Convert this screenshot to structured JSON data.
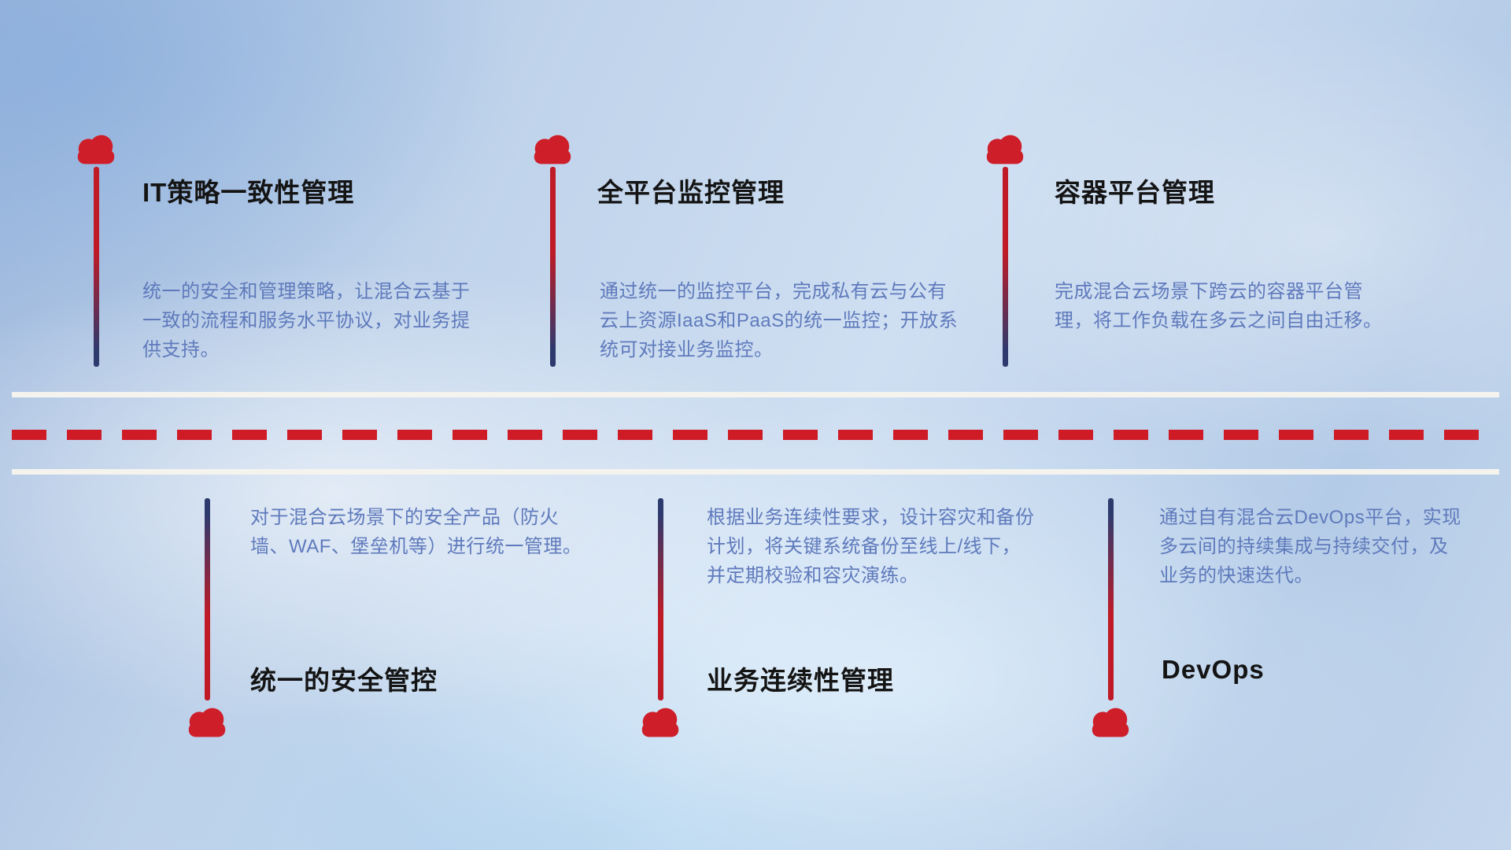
{
  "colors": {
    "cloud": "#ce1e2a",
    "title": "#141414",
    "desc": "#5f7abc",
    "dash": "#ce1b26",
    "line_red": "#c01a26",
    "line_navy": "#2d3a6e",
    "road_white": "#f5f3ee"
  },
  "icons": {
    "cloud": "cloud-icon"
  },
  "top_items": [
    {
      "title": "IT策略一致性管理",
      "description": "统一的安全和管理策略，让混合云基于一致的流程和服务水平协议，对业务提供支持。"
    },
    {
      "title": "全平台监控管理",
      "description": "通过统一的监控平台，完成私有云与公有云上资源IaaS和PaaS的统一监控；开放系统可对接业务监控。"
    },
    {
      "title": "容器平台管理",
      "description": "完成混合云场景下跨云的容器平台管理，将工作负载在多云之间自由迁移。"
    }
  ],
  "bottom_items": [
    {
      "title": "统一的安全管控",
      "description": "对于混合云场景下的安全产品（防火墙、WAF、堡垒机等）进行统一管理。"
    },
    {
      "title": "业务连续性管理",
      "description": "根据业务连续性要求，设计容灾和备份计划，将关键系统备份至线上/线下，并定期校验和容灾演练。"
    },
    {
      "title": "DevOps",
      "description": "通过自有混合云DevOps平台，实现多云间的持续集成与持续交付，及业务的快速迭代。"
    }
  ]
}
